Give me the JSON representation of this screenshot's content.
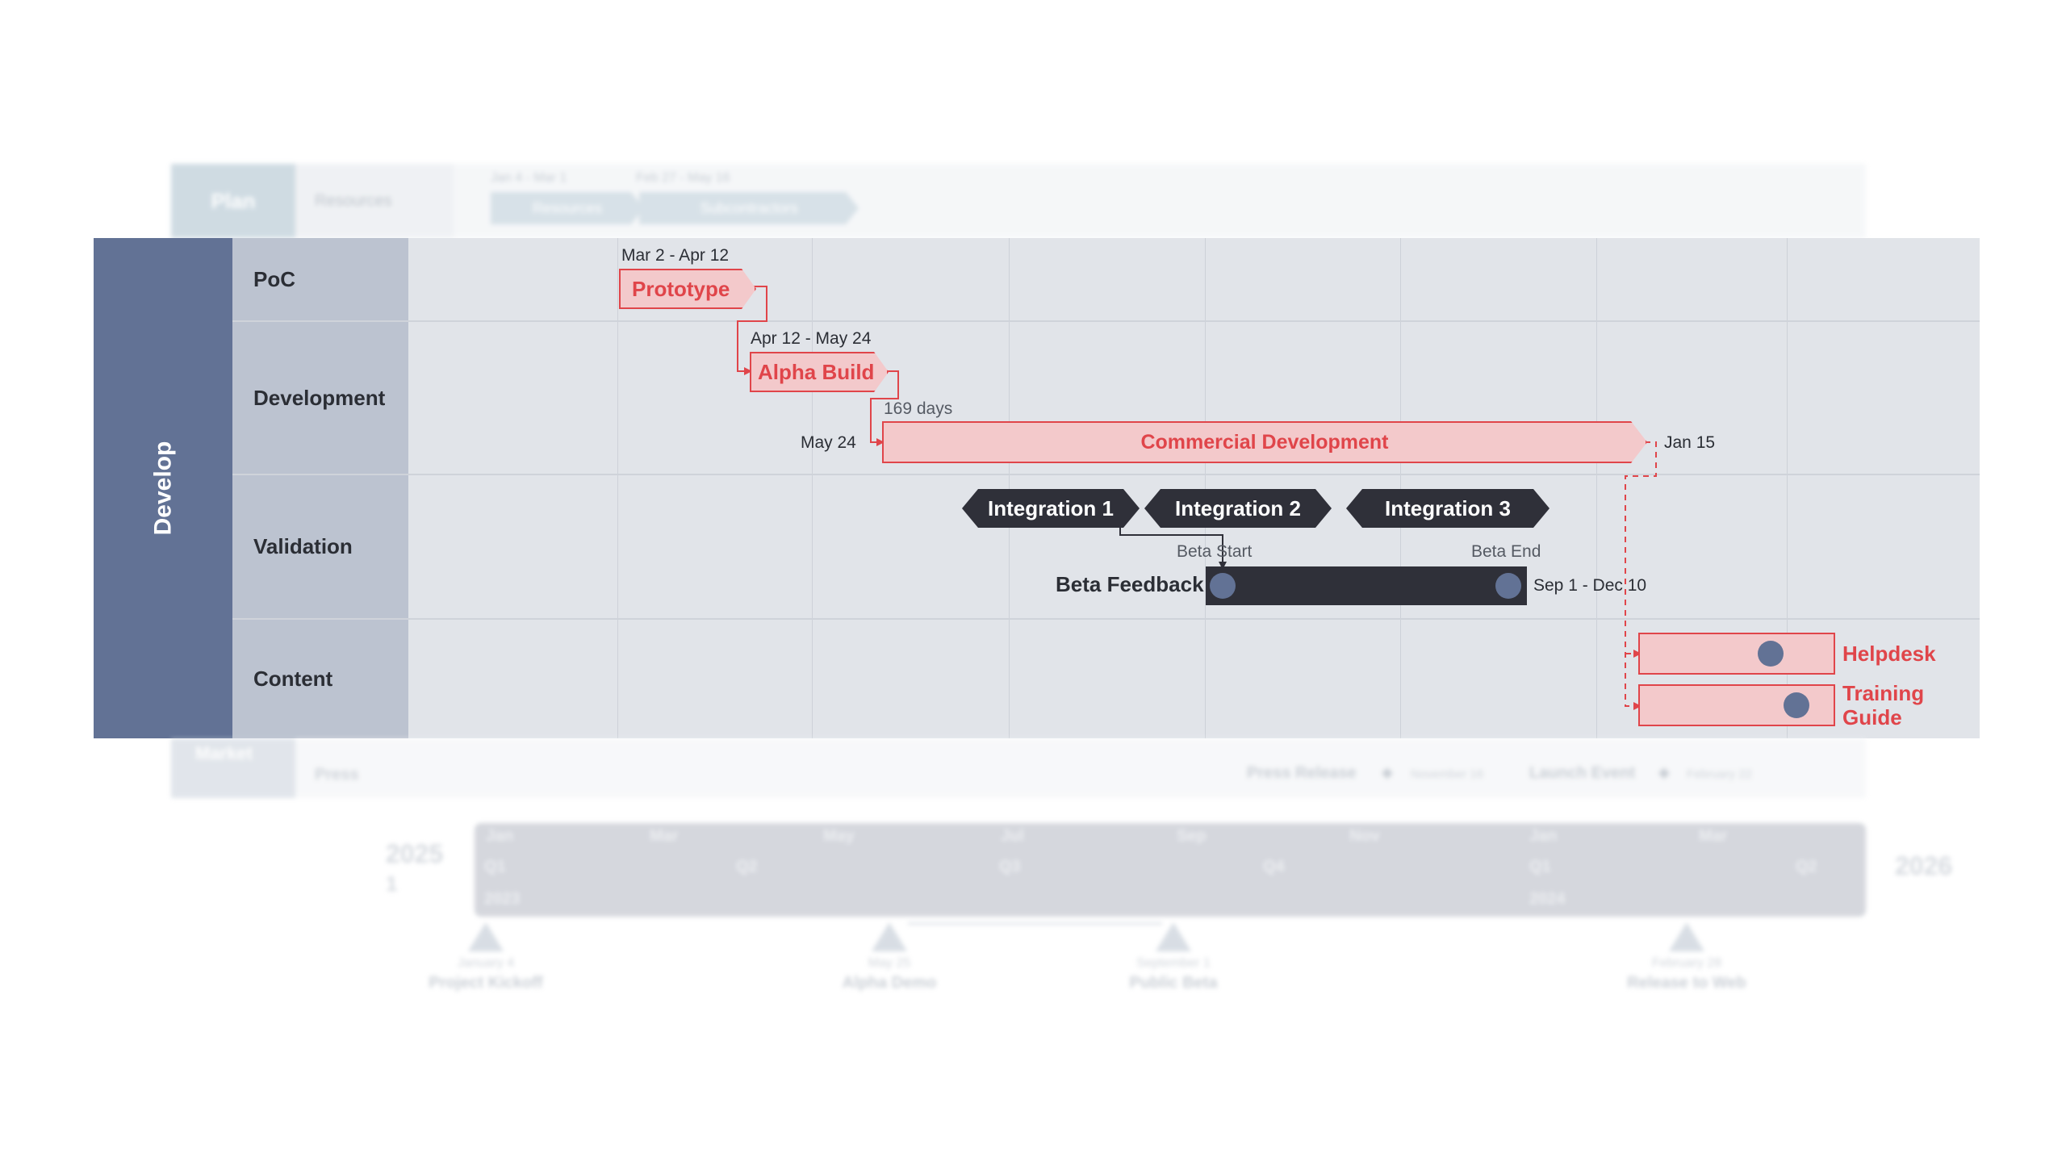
{
  "plan": {
    "label": "Plan",
    "sub": "Resources",
    "date1": "Jan 4 - Mar 1",
    "date2": "Feb 27 - May 16",
    "task1": "Resources",
    "task2": "Subcontractors"
  },
  "swimlane": {
    "title": "Develop",
    "lanes": {
      "poc": "PoC",
      "development": "Development",
      "validation": "Validation",
      "content": "Content"
    }
  },
  "tasks": {
    "prototype": {
      "label": "Prototype",
      "dates": "Mar 2 - Apr 12"
    },
    "alpha": {
      "label": "Alpha Build",
      "dates": "Apr 12 - May 24"
    },
    "commercial": {
      "label": "Commercial Development",
      "duration": "169 days",
      "start": "May 24",
      "end": "Jan 15"
    },
    "integration1": "Integration 1",
    "integration2": "Integration 2",
    "integration3": "Integration 3",
    "beta": {
      "label": "Beta Feedback",
      "start_label": "Beta Start",
      "end_label": "Beta End",
      "dates": "Sep 1 - Dec 10"
    },
    "helpdesk": "Helpdesk",
    "training_line1": "Training",
    "training_line2": "Guide"
  },
  "market": {
    "label": "Market",
    "sub": "Press",
    "press_release": "Press Release",
    "press_date": "November 16",
    "launch_event": "Launch Event",
    "launch_date": "February 22"
  },
  "timescale": {
    "year_left": "2025",
    "year_left_sub": "1",
    "year_right": "2026",
    "months": [
      "Jan",
      "Mar",
      "May",
      "Jul",
      "Sep",
      "Nov",
      "Jan",
      "Mar"
    ],
    "quarters": [
      "Q1",
      "Q2",
      "Q3",
      "Q4",
      "Q1",
      "Q2"
    ],
    "years": [
      "2023",
      "2024"
    ]
  },
  "milestones": [
    {
      "date": "January 4",
      "name": "Project Kickoff"
    },
    {
      "date": "May 25",
      "name": "Alpha Demo"
    },
    {
      "date": "September 1",
      "name": "Public Beta"
    },
    {
      "date": "February 28",
      "name": "Release to Web"
    }
  ],
  "colors": {
    "lane_header": "#627295",
    "task_red": "#e0454a",
    "task_fill": "#f3c9cb",
    "dark_task": "#2f3039"
  }
}
